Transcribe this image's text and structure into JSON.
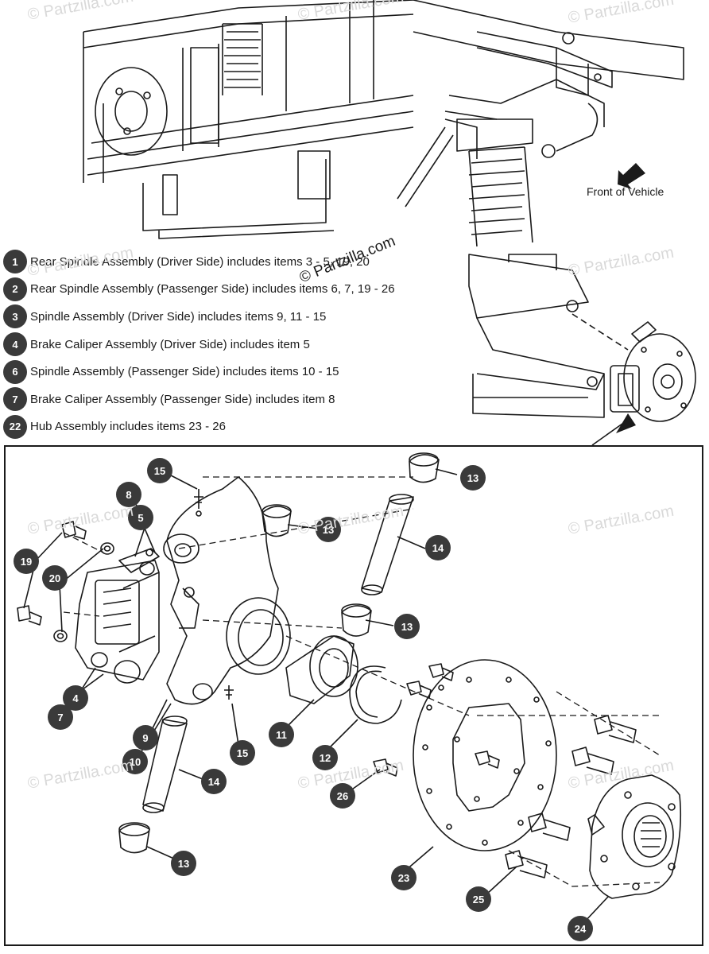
{
  "legend": [
    {
      "num": "1",
      "text": "Rear Spindle Assembly (Driver Side) includes items 3 - 5, 19, 20"
    },
    {
      "num": "2",
      "text": "Rear Spindle Assembly (Passenger Side) includes items 6, 7, 19 - 26"
    },
    {
      "num": "3",
      "text": "Spindle Assembly (Driver Side) includes items 9, 11 - 15"
    },
    {
      "num": "4",
      "text": "Brake Caliper Assembly (Driver Side) includes item 5"
    },
    {
      "num": "6",
      "text": "Spindle Assembly (Passenger Side) includes items 10 - 15"
    },
    {
      "num": "7",
      "text": "Brake Caliper Assembly (Passenger Side) includes item 8"
    },
    {
      "num": "22",
      "text": "Hub Assembly includes items 23 - 26"
    }
  ],
  "orientation": {
    "front_label": "Front of Vehicle"
  },
  "callouts": {
    "c15a": "15",
    "c8": "8",
    "c5": "5",
    "c19": "19",
    "c20": "20",
    "c4": "4",
    "c7": "7",
    "c9": "9",
    "c10": "10",
    "c15b": "15",
    "c14a": "14",
    "c13a": "13",
    "c13b": "13",
    "c13c": "13",
    "c13d": "13",
    "c14b": "14",
    "c11": "11",
    "c12": "12",
    "c26": "26",
    "c23": "23",
    "c25": "25",
    "c24": "24"
  },
  "watermark": {
    "text": "© Partzilla.com",
    "center_text": "© Partzilla.com"
  },
  "colors": {
    "line": "#1a1a1a",
    "badge": "#3a3a3a",
    "watermark": "#d9d9d9"
  }
}
